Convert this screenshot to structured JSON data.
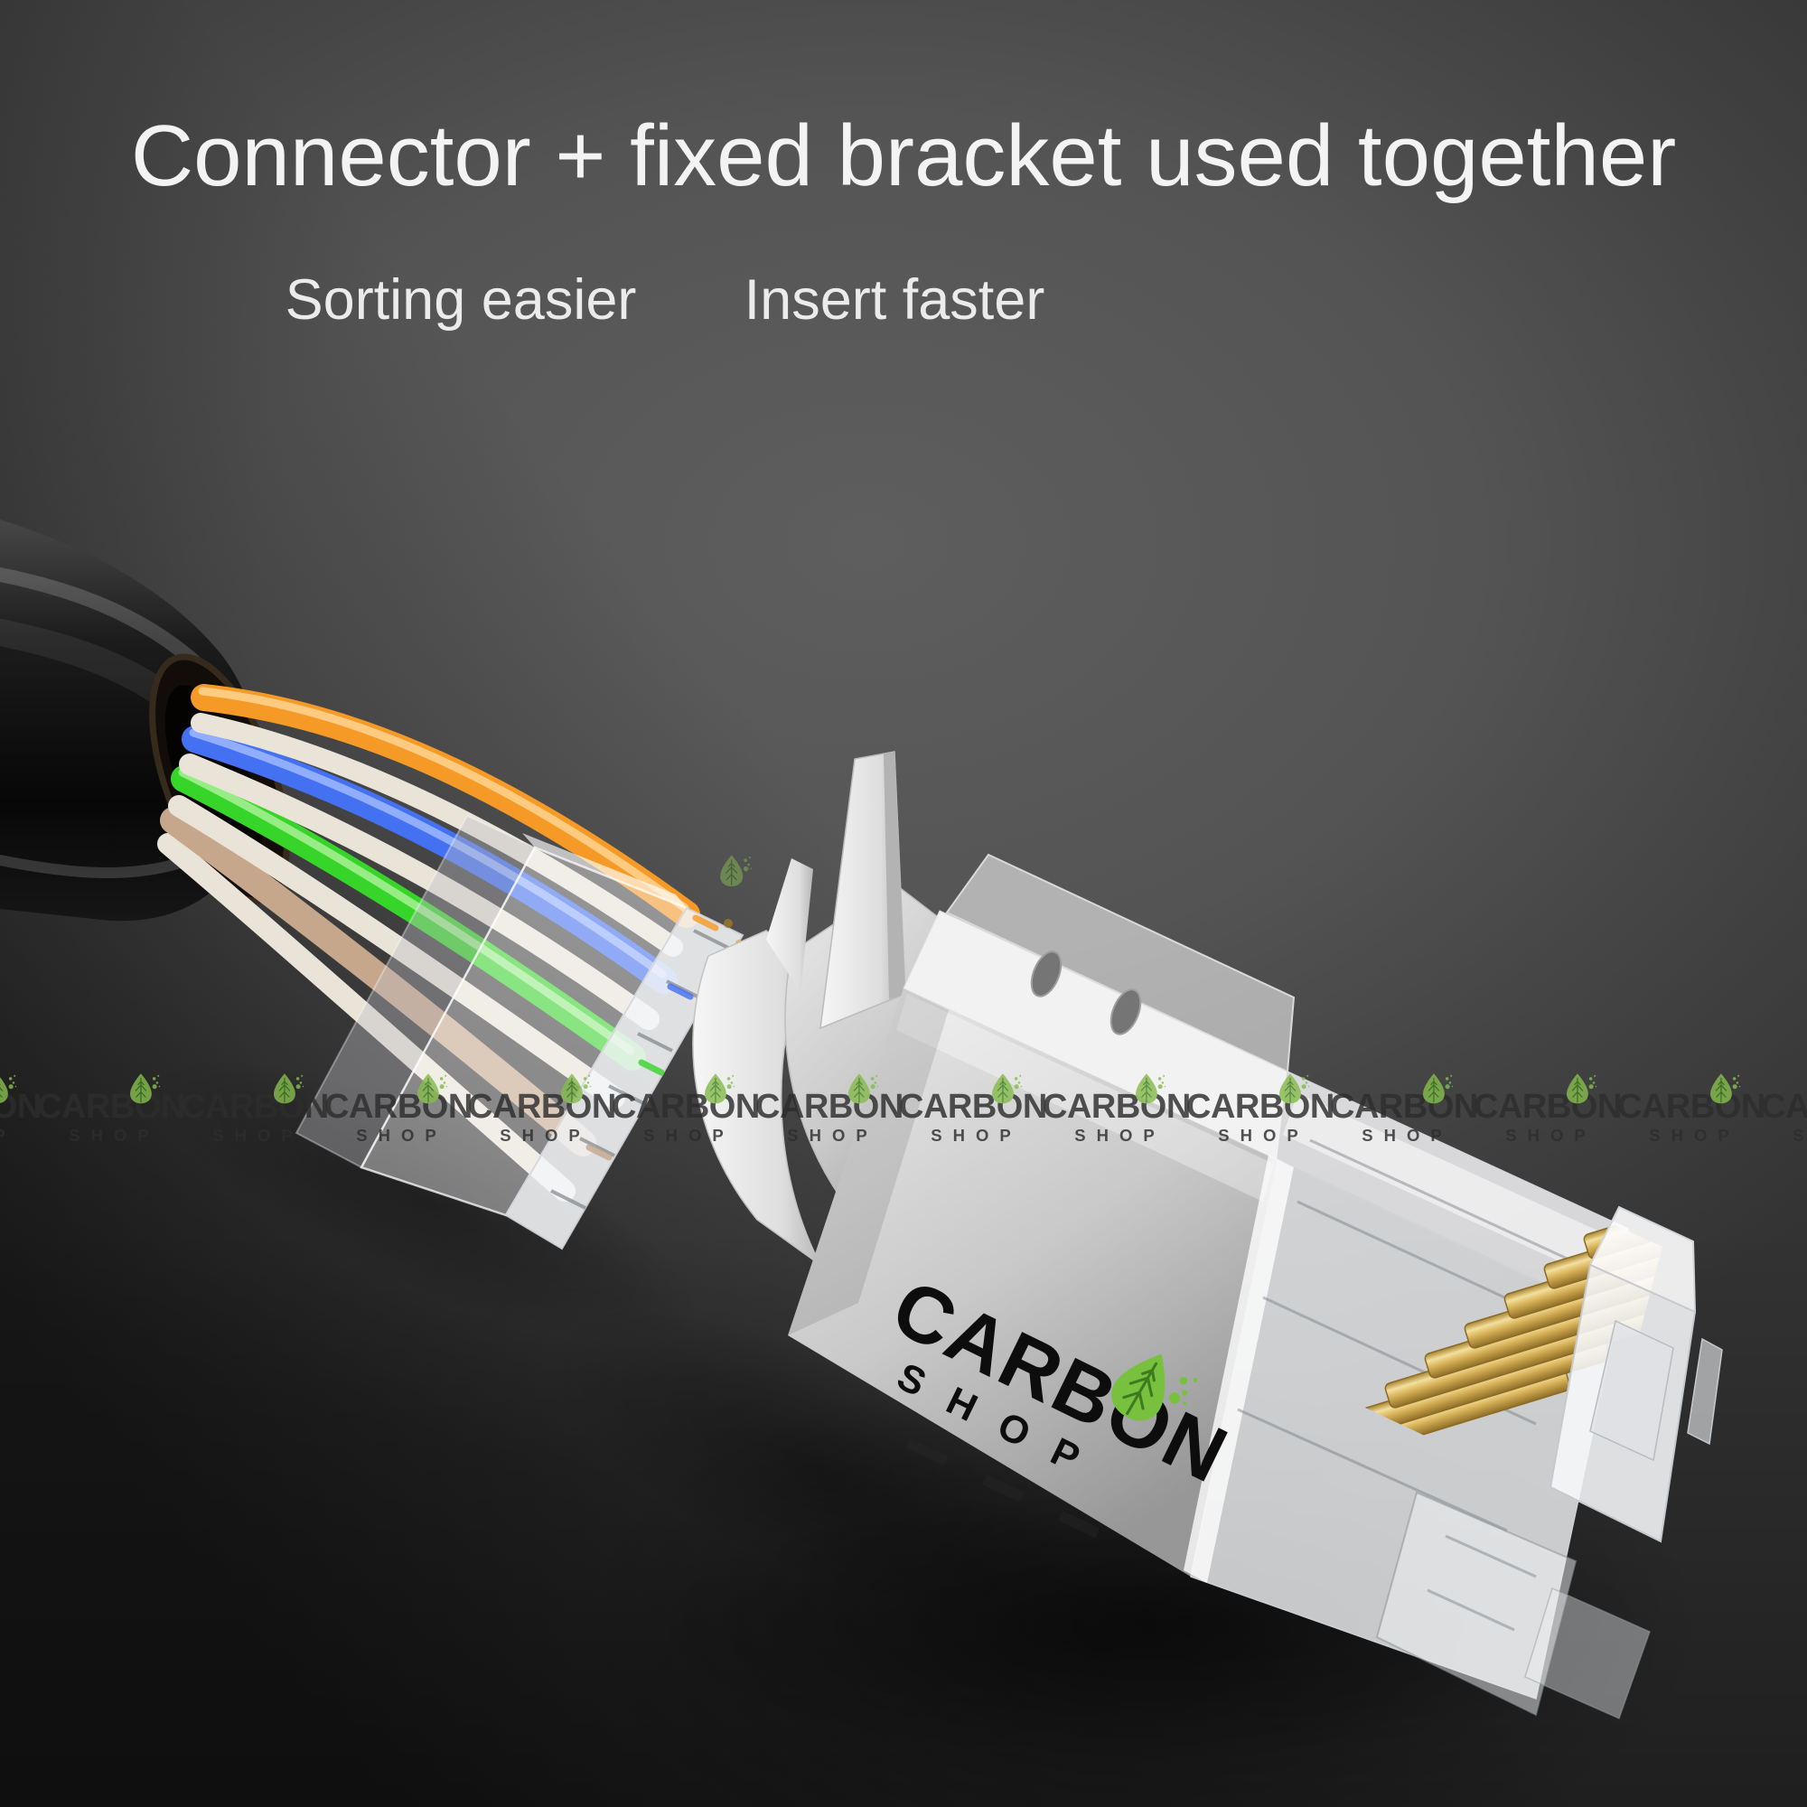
{
  "title": "Connector + fixed bracket used together",
  "subtitle_left": "Sorting easier",
  "subtitle_right": "Insert faster",
  "watermark": {
    "brand": "CARBON",
    "brand_prefix": "CARB",
    "brand_o": "O",
    "brand_suffix": "N",
    "sub": "SHOP",
    "repeat_count": 15
  },
  "logo": {
    "brand": "CARBON",
    "brand_prefix": "CARB",
    "brand_o": "O",
    "brand_suffix": "N",
    "sub": "SHOP"
  },
  "colors": {
    "title_text": "#f3f3f3",
    "subtitle_text": "#ebebeb",
    "watermark_text": "#2d2d2d",
    "watermark_leaf": "#86bb4e",
    "logo_text": "#0d0d0d",
    "logo_leaf": "#77c13e",
    "logo_leaf_vein": "#3e7a1f",
    "wire_orange": "#f59a26",
    "wire_blue": "#4470f2",
    "wire_green": "#37d52a",
    "wire_brown": "#c6a78c",
    "wire_pale": "#eae3d8",
    "cable_jacket": "#141414",
    "metal_light": "#f2f2f2",
    "metal_mid": "#cfcfcf",
    "metal_dark": "#9a9a9a",
    "gold": "#d9b35a",
    "gold_light": "#f3df9d",
    "gold_dark": "#99762c"
  }
}
